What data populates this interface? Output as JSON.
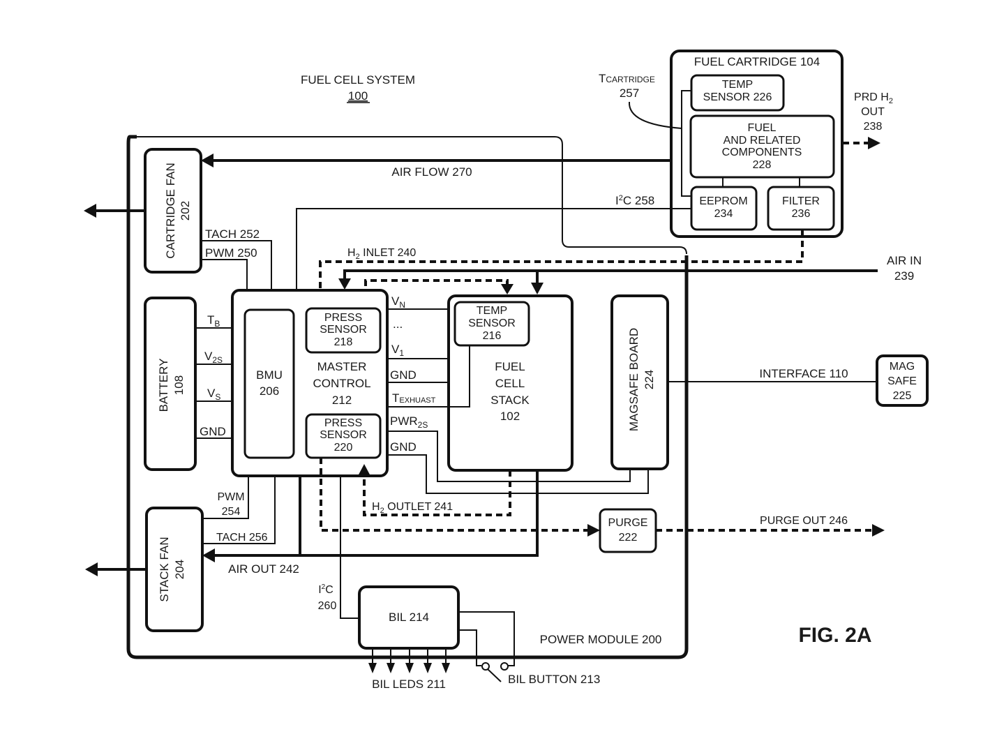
{
  "figure": {
    "label": "FIG. 2A",
    "system_title": "FUEL CELL SYSTEM",
    "system_number": "100"
  },
  "colors": {
    "ink": "#111111",
    "background": "#ffffff"
  },
  "power_module": {
    "label": "POWER MODULE 200"
  },
  "fuel_cartridge": {
    "label": "FUEL CARTRIDGE 104",
    "temp_sensor": [
      "TEMP",
      "SENSOR 226"
    ],
    "fuel_components": [
      "FUEL",
      "AND RELATED",
      "COMPONENTS",
      "228"
    ],
    "eeprom": [
      "EEPROM",
      "234"
    ],
    "filter": [
      "FILTER",
      "236"
    ]
  },
  "blocks": {
    "cartridge_fan": [
      "CARTRIDGE FAN",
      "202"
    ],
    "stack_fan": [
      "STACK FAN",
      "204"
    ],
    "battery": [
      "BATTERY",
      "108"
    ],
    "bmu": [
      "BMU",
      "206"
    ],
    "master_control": [
      "MASTER",
      "CONTROL",
      "212"
    ],
    "press_sensor_218": [
      "PRESS",
      "SENSOR",
      "218"
    ],
    "press_sensor_220": [
      "PRESS",
      "SENSOR",
      "220"
    ],
    "temp_sensor_216": [
      "TEMP",
      "SENSOR",
      "216"
    ],
    "fuel_cell_stack": [
      "FUEL",
      "CELL",
      "STACK",
      "102"
    ],
    "magsafe_board": [
      "MAGSAFE BOARD",
      "224"
    ],
    "magsafe": [
      "MAG",
      "SAFE",
      "225"
    ],
    "purge": [
      "PURGE",
      "222"
    ],
    "bil": [
      "BIL 214"
    ]
  },
  "signals": {
    "t_cartridge": {
      "main": "T",
      "sub": "CARTRIDGE",
      "number": "257"
    },
    "prd_h2_out": [
      "PRD H",
      "2",
      "OUT",
      "238"
    ],
    "air_flow": "AIR FLOW 270",
    "i2c_258": {
      "main": "I",
      "sup": "2",
      "rest": "C 258"
    },
    "tach_252": "TACH 252",
    "pwm_250": "PWM 250",
    "h2_inlet": {
      "main": "H",
      "sub": "2",
      "rest": " INLET 240"
    },
    "air_in": [
      "AIR IN",
      "239"
    ],
    "battery_lines": [
      {
        "main": "T",
        "sub": "B"
      },
      {
        "main": "V",
        "sub": "2S"
      },
      {
        "main": "V",
        "sub": "S"
      },
      {
        "main": "GND",
        "sub": ""
      }
    ],
    "stack_lines": [
      {
        "main": "V",
        "sub": "N"
      },
      {
        "main": "...",
        "sub": ""
      },
      {
        "main": "V",
        "sub": "1"
      },
      {
        "main": "GND",
        "sub": ""
      },
      {
        "main": "T",
        "sub": "EXHUAST"
      },
      {
        "main": "PWR",
        "sub": "2S"
      },
      {
        "main": "GND",
        "sub": ""
      }
    ],
    "interface": "INTERFACE 110",
    "h2_outlet": {
      "main": "H",
      "sub": "2",
      "rest": " OUTLET 241"
    },
    "purge_out": "PURGE OUT 246",
    "pwm_254": [
      "PWM",
      "254"
    ],
    "tach_256": "TACH 256",
    "air_out": "AIR OUT 242",
    "i2c_260": {
      "main": "I",
      "sup": "2",
      "rest": "C",
      "number": "260"
    },
    "bil_leds": "BIL LEDS 211",
    "bil_button": "BIL BUTTON 213"
  }
}
